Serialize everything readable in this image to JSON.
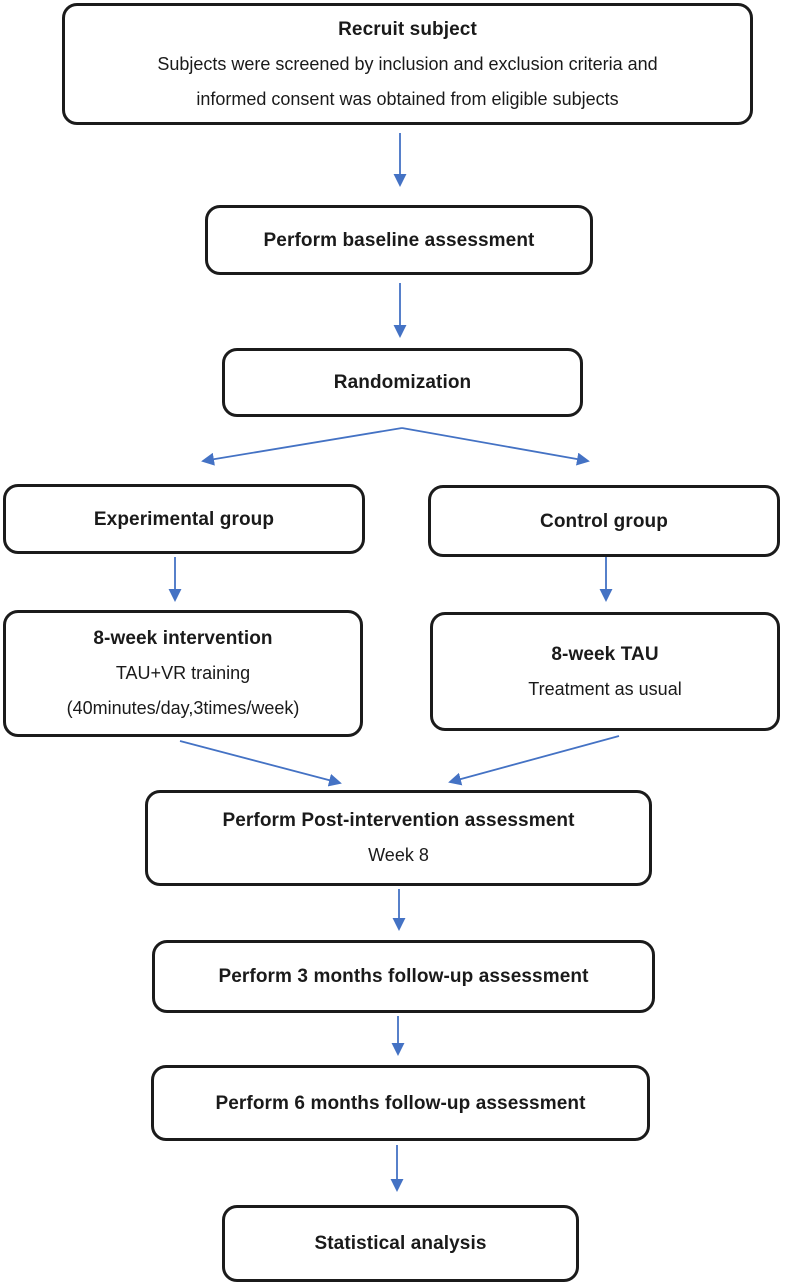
{
  "diagram": {
    "type": "flowchart",
    "arrow_color": "#4472C4",
    "border_color": "#1b1b1b",
    "background_color": "#ffffff"
  },
  "nodes": {
    "recruit": {
      "title": "Recruit subject",
      "lines": [
        "Subjects were screened by inclusion and exclusion criteria and",
        "informed consent was obtained from eligible subjects"
      ]
    },
    "baseline": {
      "title": "Perform baseline assessment"
    },
    "randomization": {
      "title": "Randomization"
    },
    "experimental": {
      "title": "Experimental group"
    },
    "control": {
      "title": "Control group"
    },
    "intervention": {
      "title": "8-week intervention",
      "lines": [
        "TAU+VR training",
        "(40minutes/day,3times/week)"
      ]
    },
    "tau": {
      "title": "8-week TAU",
      "lines": [
        "Treatment as usual"
      ]
    },
    "post": {
      "title": "Perform Post-intervention assessment",
      "lines": [
        "Week 8"
      ]
    },
    "followup3": {
      "title": "Perform 3 months follow-up assessment"
    },
    "followup6": {
      "title": "Perform 6 months follow-up assessment"
    },
    "stats": {
      "title": "Statistical analysis"
    }
  },
  "edges": [
    {
      "from": "recruit",
      "to": "baseline"
    },
    {
      "from": "baseline",
      "to": "randomization"
    },
    {
      "from": "randomization",
      "to": "experimental"
    },
    {
      "from": "randomization",
      "to": "control"
    },
    {
      "from": "experimental",
      "to": "intervention"
    },
    {
      "from": "control",
      "to": "tau"
    },
    {
      "from": "intervention",
      "to": "post"
    },
    {
      "from": "tau",
      "to": "post"
    },
    {
      "from": "post",
      "to": "followup3"
    },
    {
      "from": "followup3",
      "to": "followup6"
    },
    {
      "from": "followup6",
      "to": "stats"
    }
  ]
}
